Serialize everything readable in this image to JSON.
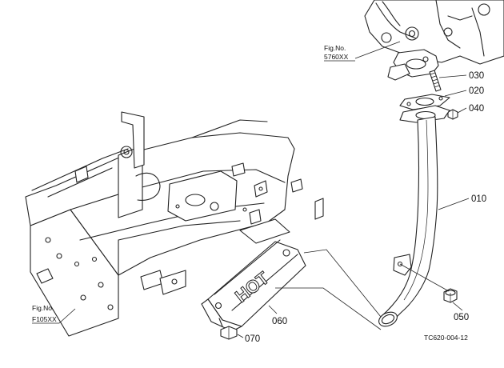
{
  "parts": {
    "p010": "010",
    "p020": "020",
    "p030": "030",
    "p040": "040",
    "p050": "050",
    "p060": "060",
    "p070": "070"
  },
  "refs": {
    "engine": {
      "title": "Fig.No.",
      "number": "5760XX"
    },
    "frame": {
      "title": "Fig.No.",
      "number": "F105XX"
    }
  },
  "cover_text": "HOT",
  "drawing_code": "TC620-004-12"
}
